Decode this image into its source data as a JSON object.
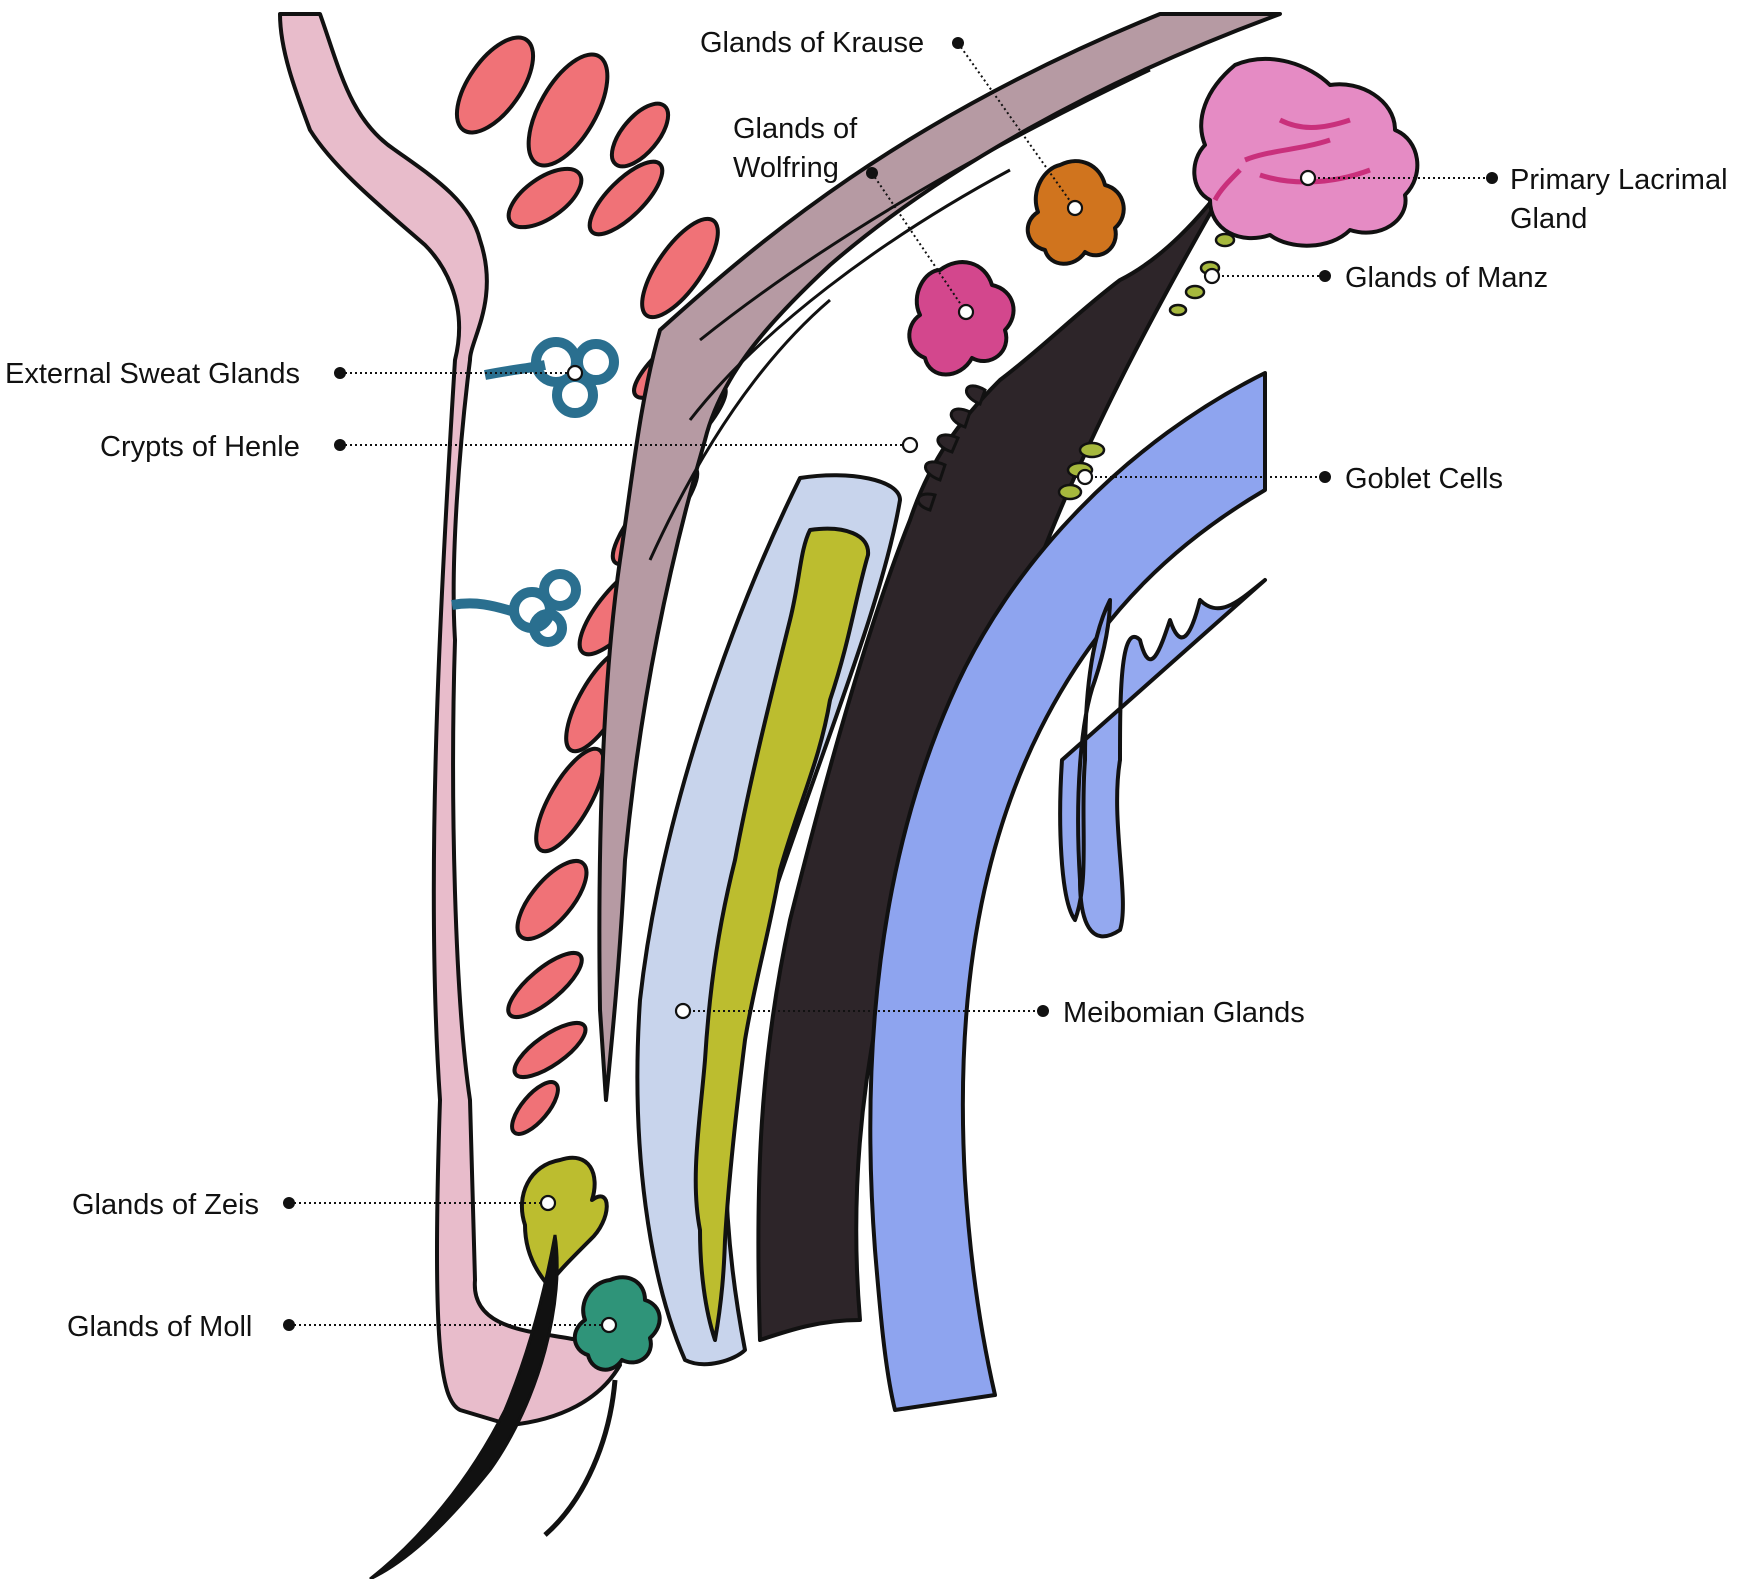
{
  "labels": {
    "krause": "Glands of Krause",
    "wolfring_1": "Glands of",
    "wolfring_2": "Wolfring",
    "lacrimal_1": "Primary Lacrimal",
    "lacrimal_2": "Gland",
    "manz": "Glands of Manz",
    "sweat": "External Sweat Glands",
    "henle": "Crypts of Henle",
    "goblet": "Goblet Cells",
    "meibomian": "Meibomian Glands",
    "zeis": "Glands of Zeis",
    "moll": "Glands of Moll"
  },
  "colors": {
    "skin": "#e8bccb",
    "muscle": "#f07277",
    "sweat_gland": "#2a6f8f",
    "levator": "#b69aa3",
    "tarsus": "#c8d4ec",
    "meibomian": "#bcbd2f",
    "conjunctiva": "#2d2529",
    "globe": "#8ea4ef",
    "wolfring_gland": "#d3478d",
    "krause_gland": "#d0741e",
    "lacrimal_gland": "#e58bc4",
    "manz_goblet": "#a6b83d",
    "moll_gland": "#2f9479"
  }
}
